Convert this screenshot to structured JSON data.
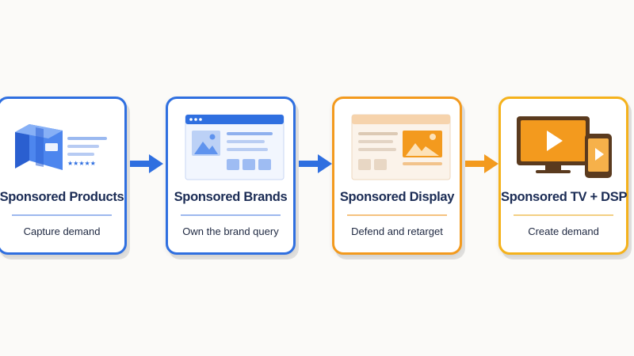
{
  "steps": [
    {
      "title": "Sponsored Products",
      "subtitle": "Capture demand",
      "icon": "package-box-icon"
    },
    {
      "title": "Sponsored Brands",
      "subtitle": "Own the brand query",
      "icon": "brand-webpage-icon"
    },
    {
      "title": "Sponsored Display",
      "subtitle": "Defend and retarget",
      "icon": "display-ad-webpage-icon"
    },
    {
      "title": "Sponsored TV + DSP",
      "subtitle": "Create demand",
      "icon": "tv-and-phone-icon"
    }
  ],
  "connectors": [
    "arrow-right-icon",
    "arrow-right-icon",
    "arrow-right-icon"
  ],
  "colors": {
    "blue": "#2f6fe0",
    "orange": "#f39a1e",
    "gold": "#f5b21c",
    "title_text": "#1b2c55",
    "body_text": "#1d2740"
  }
}
